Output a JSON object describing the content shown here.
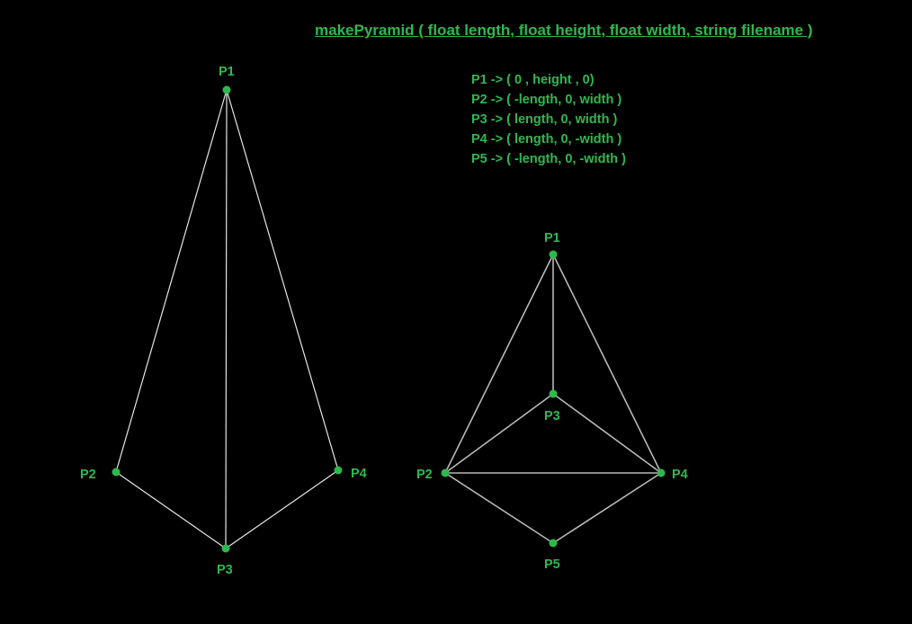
{
  "colors": {
    "background": "#000000",
    "text_green": "#2fb84e",
    "point_green": "#2fb84e",
    "edge_white": "#e6e6e6",
    "edge_gray": "#b8b8b8"
  },
  "title": "makePyramid ( float length, float height, float width, string filename )",
  "coordinates": [
    "P1 -> ( 0 , height , 0)",
    "P2 -> ( -length, 0, width )",
    "P3 -> ( length, 0, width )",
    "P4 -> ( length, 0, -width )",
    "P5 -> ( -length, 0, -width )"
  ],
  "left_diagram": {
    "points": [
      "P1",
      "P2",
      "P3",
      "P4"
    ]
  },
  "right_diagram": {
    "points": [
      "P1",
      "P2",
      "P3",
      "P4",
      "P5"
    ]
  }
}
